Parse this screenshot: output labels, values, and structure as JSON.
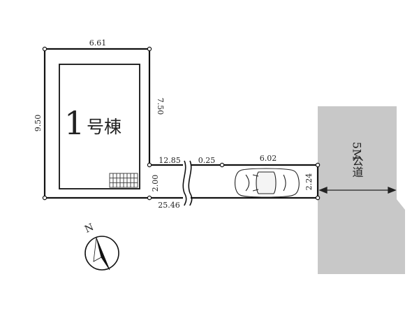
{
  "building": {
    "label_num": "1",
    "label_text": "号棟"
  },
  "road": {
    "width_label": "5M",
    "name": "公道"
  },
  "dimensions": {
    "lot_top": "6.61",
    "lot_left": "9.50",
    "lot_right": "7.50",
    "passage_width": "2.00",
    "passage_length": "25.46",
    "seg1": "12.85",
    "seg2": "0.25",
    "seg3": "6.02",
    "frontage": "2.24"
  },
  "compass": {
    "north_label": "N"
  },
  "colors": {
    "road": "#c8c8c8",
    "line": "#111111"
  }
}
